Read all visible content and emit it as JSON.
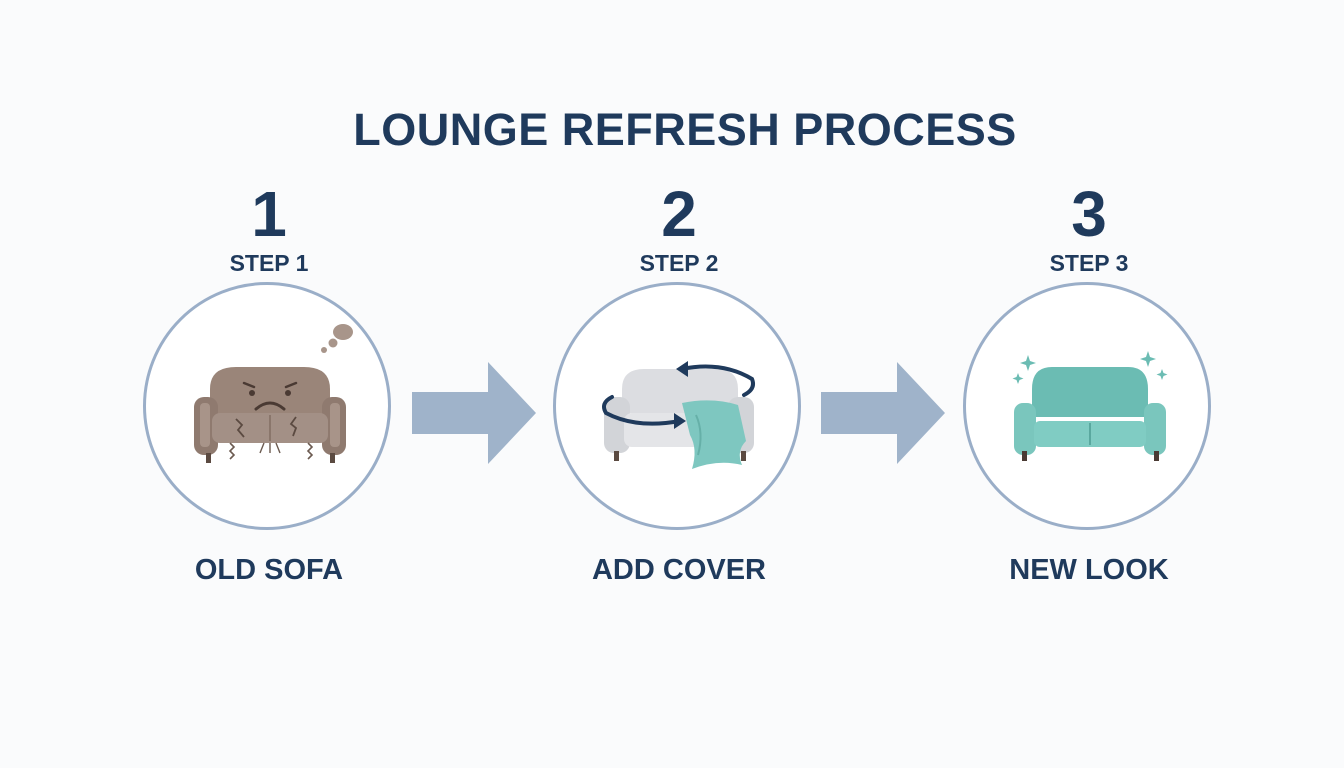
{
  "title": "LOUNGE REFRESH PROCESS",
  "colors": {
    "text": "#1f3a5c",
    "circle_border": "#9aaec8",
    "arrow": "#9fb3ca",
    "old_sofa": "#9a8579",
    "cover_teal": "#7ec7c0",
    "new_sofa": "#6bbcb3"
  },
  "steps": [
    {
      "number": "1",
      "label": "STEP 1",
      "caption": "OLD SOFA",
      "icon": "worn-sad-sofa-icon"
    },
    {
      "number": "2",
      "label": "STEP 2",
      "caption": "ADD COVER",
      "icon": "sofa-cover-swap-icon"
    },
    {
      "number": "3",
      "label": "STEP 3",
      "caption": "NEW LOOK",
      "icon": "sparkling-new-sofa-icon"
    }
  ],
  "arrows": [
    "right-arrow-icon",
    "right-arrow-icon"
  ]
}
